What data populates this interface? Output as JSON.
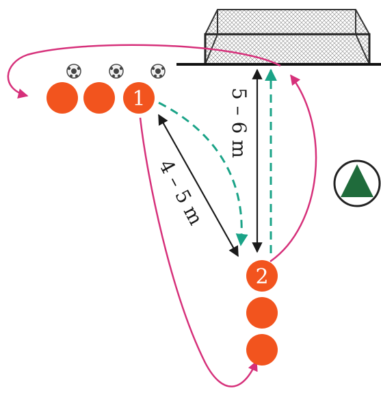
{
  "players": {
    "p1": {
      "label": "1"
    },
    "p2": {
      "label": "2"
    }
  },
  "distances": {
    "diagonal": "4 – 5 m",
    "vertical": "5 – 6 m"
  },
  "icons": {
    "ball": "soccer-ball-icon",
    "cone": "cone-triangle-icon",
    "goal": "goal-net-icon"
  },
  "colors": {
    "player": "#f2541e",
    "run_path": "#d6307a",
    "pass_path": "#1aa387",
    "distance_arrow": "#1a1a1a",
    "cone": "#1f6b3b"
  }
}
